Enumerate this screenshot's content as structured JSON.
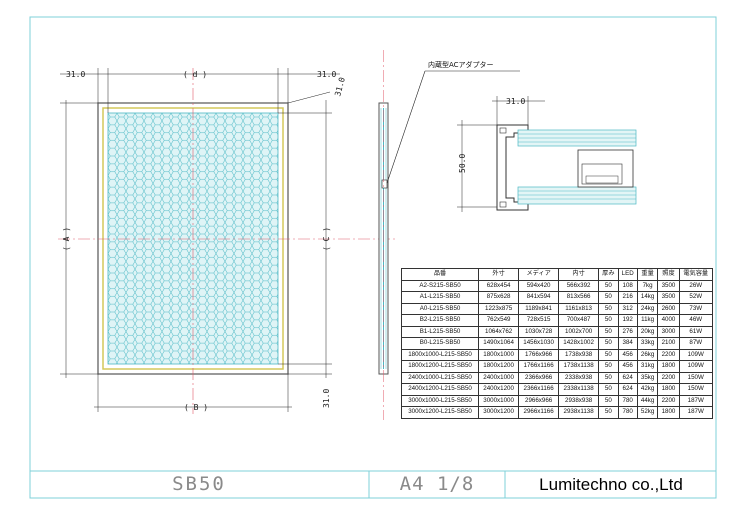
{
  "callout": {
    "label": "内蔵型ACアダプター"
  },
  "dimensions": {
    "frame_left": "31.0",
    "frame_right": "31.0",
    "frame_corner": "31.0",
    "frame_bottom": "31.0",
    "width_d": "( d )",
    "height_a": "( A )",
    "height_c": "( C )",
    "width_b": "( B )",
    "detail_width": "31.0",
    "detail_height": "50.0"
  },
  "table": {
    "headers": [
      "品番",
      "外寸",
      "メディア",
      "内寸",
      "厚み",
      "LED",
      "重量",
      "照度",
      "電気容量"
    ],
    "rows": [
      [
        "A2-S215-SB50",
        "628x454",
        "594x420",
        "566x392",
        "50",
        "108",
        "7kg",
        "3500",
        "26W"
      ],
      [
        "A1-L215-SB50",
        "875x628",
        "841x594",
        "813x566",
        "50",
        "216",
        "14kg",
        "3500",
        "52W"
      ],
      [
        "A0-L215-SB50",
        "1223x875",
        "1189x841",
        "1161x813",
        "50",
        "312",
        "24kg",
        "2600",
        "73W"
      ],
      [
        "B2-L215-SB50",
        "762x549",
        "728x515",
        "700x487",
        "50",
        "192",
        "11kg",
        "4000",
        "46W"
      ],
      [
        "B1-L215-SB50",
        "1064x762",
        "1030x728",
        "1002x700",
        "50",
        "276",
        "20kg",
        "3000",
        "61W"
      ],
      [
        "B0-L215-SB50",
        "1490x1064",
        "1456x1030",
        "1428x1002",
        "50",
        "384",
        "33kg",
        "2100",
        "87W"
      ],
      [
        "1800x1000-L215-SB50",
        "1800x1000",
        "1766x966",
        "1738x938",
        "50",
        "456",
        "26kg",
        "2200",
        "109W"
      ],
      [
        "1800x1200-L215-SB50",
        "1800x1200",
        "1766x1166",
        "1738x1138",
        "50",
        "456",
        "31kg",
        "1800",
        "109W"
      ],
      [
        "2400x1000-L215-SB50",
        "2400x1000",
        "2366x966",
        "2338x938",
        "50",
        "624",
        "35kg",
        "2200",
        "150W"
      ],
      [
        "2400x1200-L215-SB50",
        "2400x1200",
        "2366x1166",
        "2338x1138",
        "50",
        "624",
        "42kg",
        "1800",
        "150W"
      ],
      [
        "3000x1000-L215-SB50",
        "3000x1000",
        "2966x966",
        "2938x938",
        "50",
        "780",
        "44kg",
        "2200",
        "187W"
      ],
      [
        "3000x1200-L215-SB50",
        "3000x1200",
        "2966x1166",
        "2938x1138",
        "50",
        "780",
        "52kg",
        "1800",
        "187W"
      ]
    ]
  },
  "title_block": {
    "model": "SB50",
    "sheet": "A4 1/8",
    "company": "Lumitechno co.,Ltd"
  },
  "colors": {
    "border": "#7fd0d8",
    "frame": "#555555",
    "frame_inner": "#d4c85a",
    "panel_grid": "#4cb8c4",
    "panel_fill": "#dff4f6",
    "center_line": "#e05a6a",
    "dim_line": "#222222"
  }
}
